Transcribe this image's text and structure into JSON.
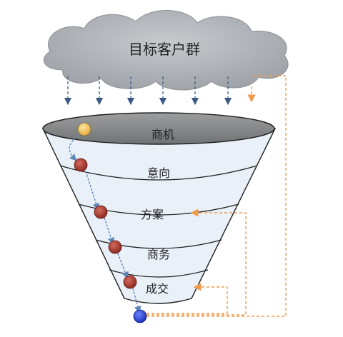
{
  "cloud": {
    "label": "目标客户群"
  },
  "stages": [
    {
      "label": "商机"
    },
    {
      "label": "意向"
    },
    {
      "label": "方案"
    },
    {
      "label": "商务"
    },
    {
      "label": "成交"
    }
  ],
  "colors": {
    "cloud_fill": "#b3b6ba",
    "funnel_fill": "#e9f0f8",
    "funnel_top": "#8d8f91",
    "ball_start": "#f2c35f",
    "ball_mid": "#b23d32",
    "ball_end": "#2b49d8",
    "feedback": "#f09a4a",
    "arrows": "#3c5a87"
  }
}
